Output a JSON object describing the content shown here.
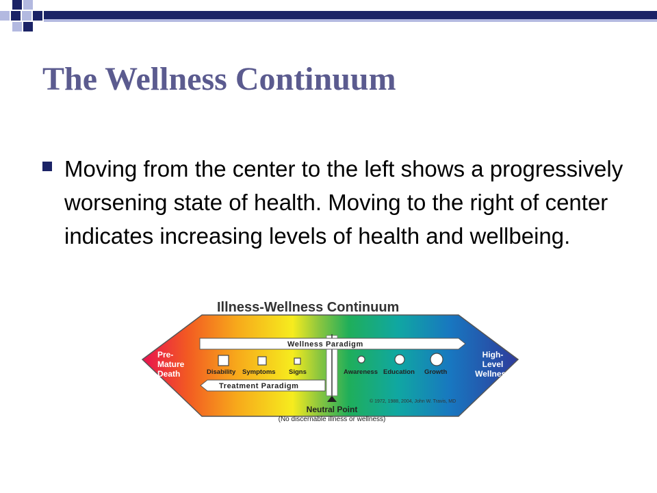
{
  "slide": {
    "title": "The Wellness Continuum",
    "bullet": "Moving from the center to the left shows a progressively worsening state of health. Moving to the right of center indicates increasing levels of health and wellbeing."
  },
  "diagram": {
    "heading": "Illness-Wellness Continuum",
    "left_end": [
      "Pre-",
      "Mature",
      "Death"
    ],
    "right_end": [
      "High-",
      "Level",
      "Wellness"
    ],
    "wellness_paradigm": "Wellness Paradigm",
    "treatment_paradigm": "Treatment Paradigm",
    "left_stages": [
      "Disability",
      "Symptoms",
      "Signs"
    ],
    "right_stages": [
      "Awareness",
      "Education",
      "Growth"
    ],
    "copyright": "© 1972, 1988, 2004, John W. Travis, MD",
    "neutral_point": "Neutral Point",
    "neutral_sub": "(No discernable illness or wellness)"
  },
  "colors": {
    "title": "#5b5b8f",
    "bullet": "#1b2366",
    "deco_dark": "#1b2366",
    "deco_light": "#b3b9e0",
    "spectrum": [
      "#e8134f",
      "#f25a22",
      "#f7a81b",
      "#f6ec1e",
      "#8cc63f",
      "#1fae5a",
      "#10a7a2",
      "#1877c0",
      "#2f3b9b"
    ]
  }
}
